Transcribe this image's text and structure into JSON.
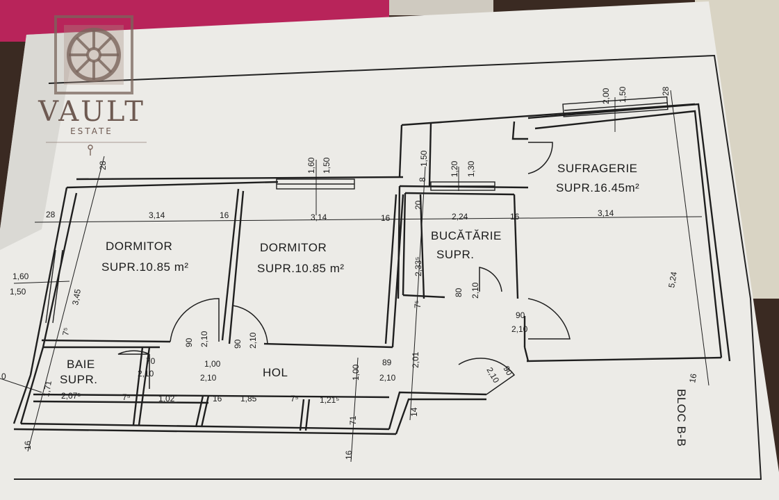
{
  "logo": {
    "name": "VAULT",
    "tagline": "ESTATE"
  },
  "rooms": {
    "dormitor1": {
      "name": "DORMITOR",
      "area": "SUPR.10.85 m²"
    },
    "dormitor2": {
      "name": "DORMITOR",
      "area": "SUPR.10.85 m²"
    },
    "sufragerie": {
      "name": "SUFRAGERIE",
      "area": "SUPR.16.45m²"
    },
    "bucatarie": {
      "name": "BUCĂTĂRIE",
      "area": "SUPR."
    },
    "baie": {
      "name": "BAIE",
      "area": "SUPR.",
      "value": "2,07⁵"
    },
    "hol": {
      "name": "HOL"
    }
  },
  "building": "BLOC B-B",
  "dimensions": {
    "d_28_left": "28",
    "d_314_a": "3,14",
    "d_16_a": "16",
    "d_314_b": "3,14",
    "d_16_b": "16",
    "d_20": "20",
    "d_224": "2,24",
    "d_16_c": "16",
    "d_314_c": "3,14",
    "d_28_top_left": "28",
    "d_160_a": "1,60",
    "d_150_a": "1,50",
    "d_150_b": "1,50",
    "d_8": "8",
    "d_120": "1,20",
    "d_130": "1,30",
    "d_200": "2,00",
    "d_150_c": "1,50",
    "d_28_top_right": "28",
    "d_160_left": "1,60",
    "d_150_left": "1,50",
    "d_345": "3,45",
    "d_233": "2,33⁵",
    "d_80": "80",
    "d_210_k": "2,10",
    "d_90_door1": "90",
    "d_210_door1": "2,10",
    "d_90_door2": "90",
    "d_210_door2": "2,10",
    "d_90_liv": "90",
    "d_210_liv": "2,10",
    "d_524": "5,24",
    "d_70": "70",
    "d_210_bath": "2,10",
    "d_100_a": "1,00",
    "d_210_hol": "2,10",
    "d_100_b": "1,00",
    "d_89": "89",
    "d_210_entry": "2,10",
    "d_201": "2,01",
    "d_90_entry": "90",
    "d_210_entry2": "2,10",
    "d_171": "1,71",
    "d_7_a": "7⁵",
    "d_102": "1,02",
    "d_16_d": "16",
    "d_185": "1,85",
    "d_7_b": "7⁵",
    "d_121": "1,21⁵",
    "d_71": "71",
    "d_14": "14",
    "d_16_bl": "16",
    "d_16_bm": "16",
    "d_16_br": "16",
    "d_7_c": "7⁵",
    "d_7_d": "7⁵",
    "d_0": "0"
  }
}
